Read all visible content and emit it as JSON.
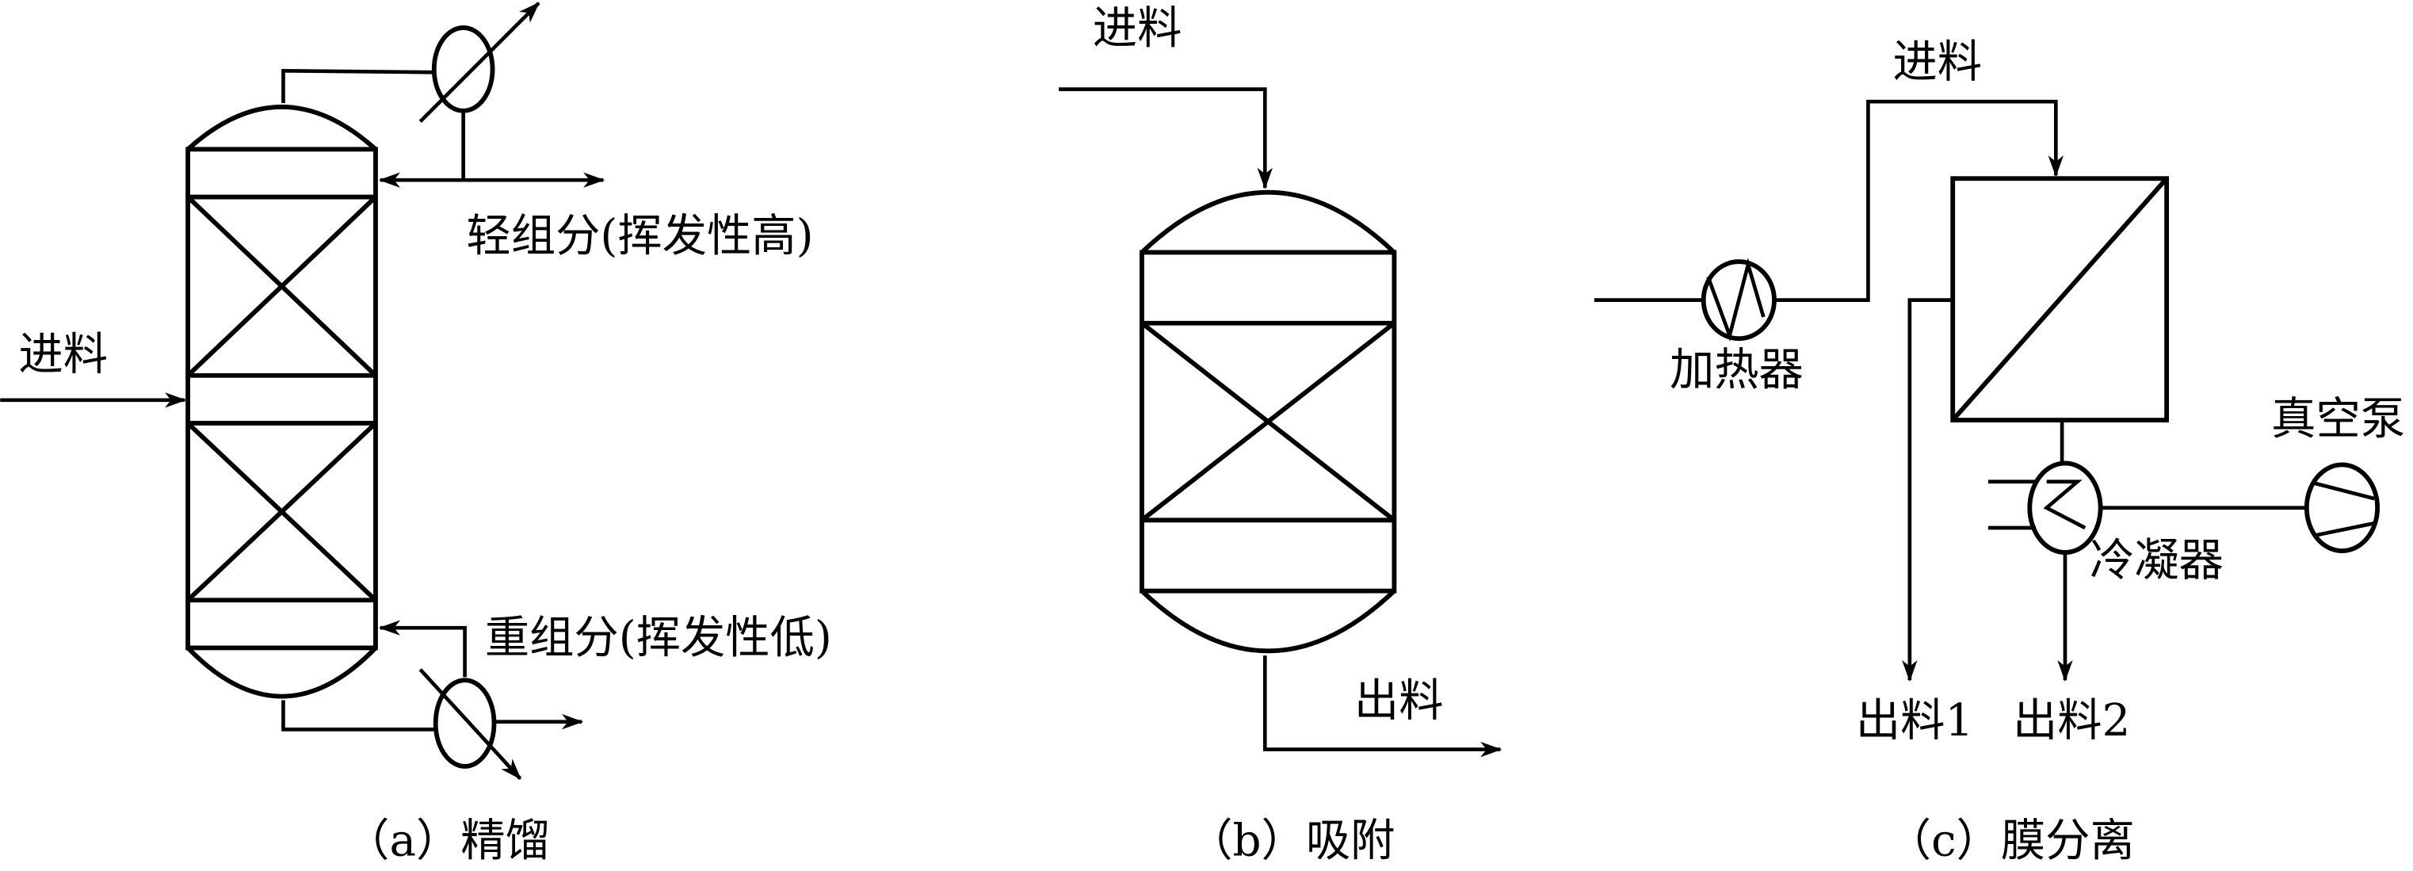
{
  "panel_a": {
    "feed_label": "进料",
    "light_label": "轻组分(挥发性高)",
    "heavy_label": "重组分(挥发性低)",
    "caption": "（a）精馏"
  },
  "panel_b": {
    "feed_label": "进料",
    "outlet_label": "出料",
    "caption": "（b）吸附"
  },
  "panel_c": {
    "feed_label": "进料",
    "heater_label": "加热器",
    "pump_label": "真空泵",
    "condenser_label": "冷凝器",
    "outlet1_label": "出料1",
    "outlet2_label": "出料2",
    "caption": "（c）膜分离"
  }
}
